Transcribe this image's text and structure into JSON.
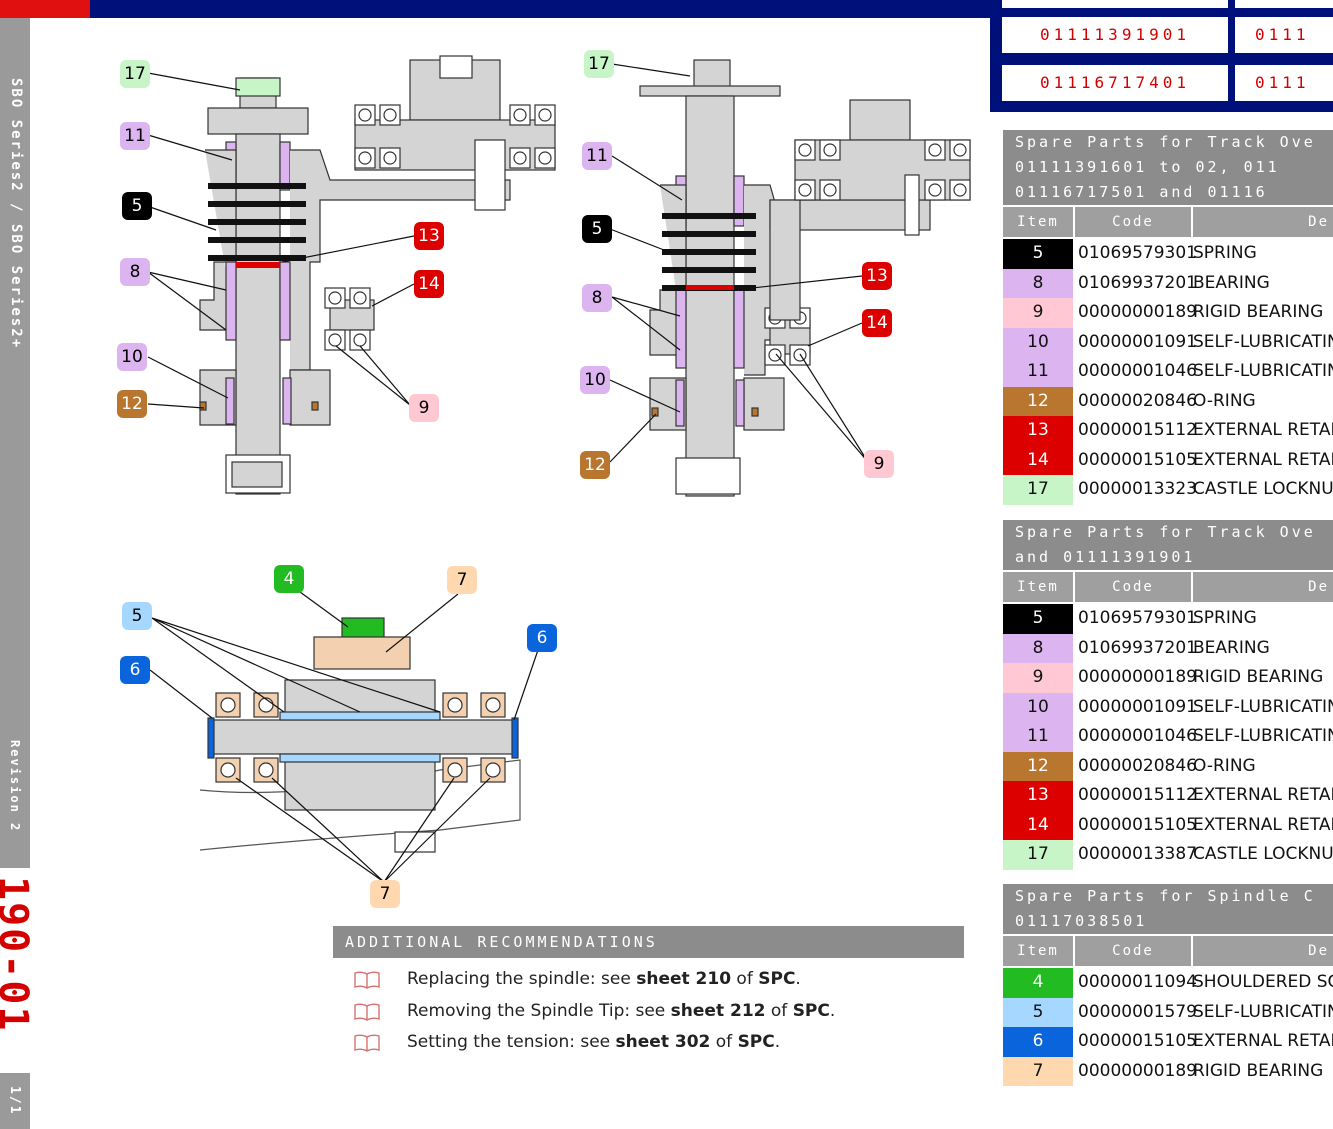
{
  "sidebar": {
    "series": "SBO Series2 / SBO Series2+",
    "revision": "Revision 2",
    "code": "190-01",
    "page": "1/1"
  },
  "codes_box": {
    "r1a": "01111391901",
    "r1b": "0111",
    "r2a": "01116717401",
    "r2b": "0111"
  },
  "tables": [
    {
      "title": [
        "Spare Parts for Track Ove",
        "01111391601 to 02, 011",
        "01116717501 and 01116"
      ],
      "col_item": "Item",
      "col_code": "Code",
      "col_desc": "De",
      "rows": [
        {
          "item": "5",
          "code": "01069579301",
          "desc": "SPRING"
        },
        {
          "item": "8",
          "code": "01069937201",
          "desc": "BEARING"
        },
        {
          "item": "9",
          "code": "00000000189",
          "desc": "RIGID BEARING"
        },
        {
          "item": "10",
          "code": "00000001091",
          "desc": "SELF-LUBRICATIN"
        },
        {
          "item": "11",
          "code": "00000001046",
          "desc": "SELF-LUBRICATIN"
        },
        {
          "item": "12",
          "code": "00000020846",
          "desc": "O-RING"
        },
        {
          "item": "13",
          "code": "00000015112",
          "desc": "EXTERNAL RETAI"
        },
        {
          "item": "14",
          "code": "00000015105",
          "desc": "EXTERNAL RETAI"
        },
        {
          "item": "17",
          "code": "00000013323",
          "desc": "CASTLE LOCKNUT"
        }
      ]
    },
    {
      "title": [
        "Spare Parts for Track Ove",
        "and 01111391901"
      ],
      "col_item": "Item",
      "col_code": "Code",
      "col_desc": "De",
      "rows": [
        {
          "item": "5",
          "code": "01069579301",
          "desc": "SPRING"
        },
        {
          "item": "8",
          "code": "01069937201",
          "desc": "BEARING"
        },
        {
          "item": "9",
          "code": "00000000189",
          "desc": "RIGID BEARING"
        },
        {
          "item": "10",
          "code": "00000001091",
          "desc": "SELF-LUBRICATIN"
        },
        {
          "item": "11",
          "code": "00000001046",
          "desc": "SELF-LUBRICATIN"
        },
        {
          "item": "12",
          "code": "00000020846",
          "desc": "O-RING"
        },
        {
          "item": "13",
          "code": "00000015112",
          "desc": "EXTERNAL RETAI"
        },
        {
          "item": "14",
          "code": "00000015105",
          "desc": "EXTERNAL RETAI"
        },
        {
          "item": "17",
          "code": "00000013387",
          "desc": "CASTLE LOCKNUT"
        }
      ]
    },
    {
      "title": [
        "Spare Parts for Spindle C",
        "01117038501"
      ],
      "col_item": "Item",
      "col_code": "Code",
      "col_desc": "De",
      "rows": [
        {
          "item": "4",
          "code": "00000011094",
          "desc": "SHOULDERED SCI"
        },
        {
          "item": "5",
          "code": "00000001579",
          "desc": "SELF-LUBRICATIN"
        },
        {
          "item": "6",
          "code": "00000015105",
          "desc": "EXTERNAL RETAI"
        },
        {
          "item": "7",
          "code": "00000000189",
          "desc": "RIGID BEARING"
        }
      ]
    }
  ],
  "recommendations": {
    "title": "ADDITIONAL RECOMMENDATIONS",
    "items": [
      {
        "pre": "Replacing the spindle: see ",
        "sheet": "sheet 210",
        "mid": " of ",
        "spc": "SPC",
        "post": "."
      },
      {
        "pre": "Removing the Spindle Tip: see ",
        "sheet": "sheet 212",
        "mid": " of ",
        "spc": "SPC",
        "post": "."
      },
      {
        "pre": "Setting the tension: see ",
        "sheet": "sheet 302",
        "mid": " of ",
        "spc": "SPC",
        "post": "."
      }
    ]
  },
  "callouts": {
    "c17": "17",
    "c11": "11",
    "c5": "5",
    "c8": "8",
    "c10": "10",
    "c12": "12",
    "c13": "13",
    "c14": "14",
    "c9": "9",
    "c4": "4",
    "c7": "7",
    "c6": "6"
  },
  "colors": {
    "c17": "#c8f5c8",
    "c11": "#dcb4f0",
    "c5": "#000000",
    "c8": "#dcb4f0",
    "c10": "#dcb4f0",
    "c12": "#b8762e",
    "c13": "#dd0000",
    "c14": "#dd0000",
    "c9": "#ffc8d2",
    "c4": "#22bb22",
    "c5b": "#a6d8ff",
    "c6": "#0a64dc",
    "c7": "#ffd8b0"
  }
}
